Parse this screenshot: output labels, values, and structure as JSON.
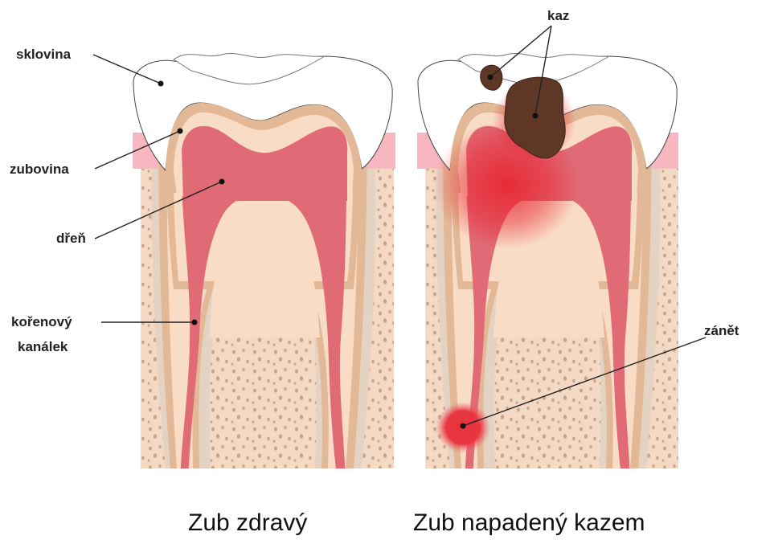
{
  "labels": {
    "enamel": "sklovina",
    "dentin": "zubovina",
    "pulp": "dřeň",
    "root_canal_line1": "kořenový",
    "root_canal_line2": "kanálek",
    "caries": "kaz",
    "inflammation": "zánět"
  },
  "captions": {
    "healthy": "Zub zdravý",
    "decayed": "Zub napadený kazem"
  },
  "colors": {
    "bone": "#f4d9c4",
    "bone_holes": "#c9a58c",
    "gum": "#f7b6c0",
    "periodontal": "#e4d2c3",
    "enamel": "#ffffff",
    "dentin_outer": "#e2b896",
    "dentin_inner": "#f9dcc6",
    "pulp": "#e06a76",
    "inflammation": "#e8202c",
    "caries": "#5e3726"
  }
}
